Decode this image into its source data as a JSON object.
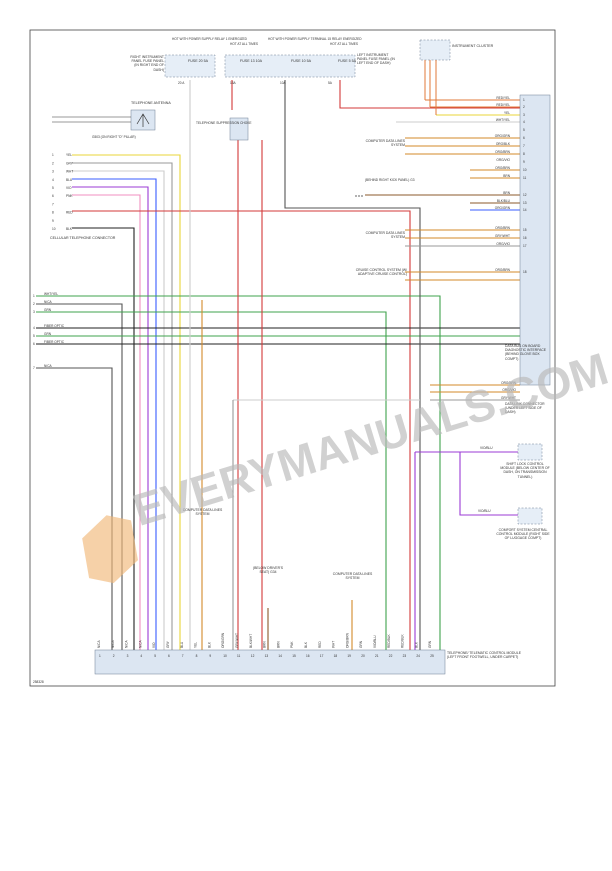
{
  "header": {
    "relay_fuse_left": "HOT WITH POWER SUPPLY RELAY 1 ENERGIZED",
    "hot_at_all_times_1": "HOT AT ALL TIMES",
    "relay_fuse_mid": "HOT WITH POWER SUPPLY TERMINAL 15 RELAY ENERGIZED",
    "hot_at_all_times_2": "HOT AT ALL TIMES"
  },
  "fuses": [
    {
      "name": "FUSE 20 5A",
      "pin": "20 A"
    },
    {
      "name": "FUSE 13 10A",
      "pin": "13A"
    },
    {
      "name": "FUSE 10 5A",
      "pin": "10A"
    },
    {
      "name": "FUSE 5 5A",
      "pin": "5A"
    }
  ],
  "fuse_panel_right": "RIGHT INSTRUMENT PANEL FUSE PANEL (IN RIGHT END OF DASH)",
  "fuse_panel_left": "LEFT INSTRUMENT PANEL FUSE PANEL (IN LEFT END OF DASH)",
  "instrument_cluster": "INSTRUMENT CLUSTER",
  "antenna": "TELEPHONE ANTENNA",
  "ground_g503": "G503 (ON RIGHT \"D\" PILLAR)",
  "choke": "TELEPHONE SUPPRESSION CHOKE",
  "cell_connector": "CELLULAR TELEPHONE CONNECTOR",
  "kick_panel": "(BEHIND RIGHT KICK PANEL) G3",
  "computer_data_lines_1": "COMPUTER DATA LINES SYSTEM",
  "computer_data_lines_2": "COMPUTER DATA LINES SYSTEM",
  "computer_data_lines_3": "COMPUTER DATA LINES SYSTEM",
  "computer_data_lines_4": "COMPUTER DATA LINES SYSTEM",
  "cruise_control": "CRUISE CONTROL SYSTEM (W/ ADAPTIVE CRUISE CONTROL)",
  "data_bus": "DATA BUS ON BOARD DIAGNOSTIC INTERFACE (BEHIND GLOVE BOX COMPT)",
  "data_link": "DATA LINK CONNECTOR (UNDER LEFT SIDE OF DASH)",
  "shift_lock": "SHIFT LOCK CONTROL MODULE (BELOW CENTER OF DASH, ON TRANSMISSION TUNNEL)",
  "comfort": "COMFORT SYSTEM CENTRAL CONTROL MODULE (RIGHT SIDE OF LUGGAGE COMPT)",
  "driver_seat": "(BELOW DRIVER'S SEAT) G34",
  "telematic": "TELEPHONE/ TELEMATIC CONTROL MODULE (LEFT FRONT FOOTWELL, UNDER CARPET)",
  "diagram_id": "258328",
  "watermark": "EVERYMANUALS.COM",
  "right_connector_wires": [
    "RED/YEL",
    "RED/YEL",
    "YEL",
    "WHT/YEL",
    "",
    "ORG/GRN",
    "ORG/BLK",
    "ORG/BRN",
    "ORG/VIO",
    "ORG/BRN",
    "BRN",
    "BRN",
    "BLK/BLU",
    "ORG/GRN",
    "ORG/BRN",
    "GRY/WHT",
    "ORG/VIO",
    "ORG/BRN"
  ],
  "cell_pins": [
    "YEL",
    "GRY",
    "WHT",
    "BLU",
    "VIO",
    "PNK",
    "",
    "RED",
    "",
    "BLK"
  ],
  "left_inputs": [
    "WHT/YEL",
    "N/CA",
    "GRN",
    "FIBER OPTIC",
    "GRN",
    "FIBER OPTIC",
    "N/CA"
  ],
  "bottom_pin_wires": [
    "N/CA",
    "N/CA",
    "N/CA",
    "N/CA",
    "VIO",
    "GRY",
    "BLU",
    "YEL",
    "BLK",
    "ORG/GRN",
    "GRY/WHT",
    "BLK/WHT",
    "BRN",
    "BRN",
    "PNK",
    "BLK",
    "RED",
    "WHT",
    "ORG/BRN",
    "GRN",
    "VIO/BLU",
    "RED/BLK",
    "RED/BLK",
    "BLK",
    "GRN"
  ],
  "data_link_wires": [
    "ORG/BRN",
    "ORG/VIO",
    "GRY/WHT"
  ],
  "shift_lock_wire": "VIO/BLU",
  "comfort_wire": "VIO/BLU"
}
